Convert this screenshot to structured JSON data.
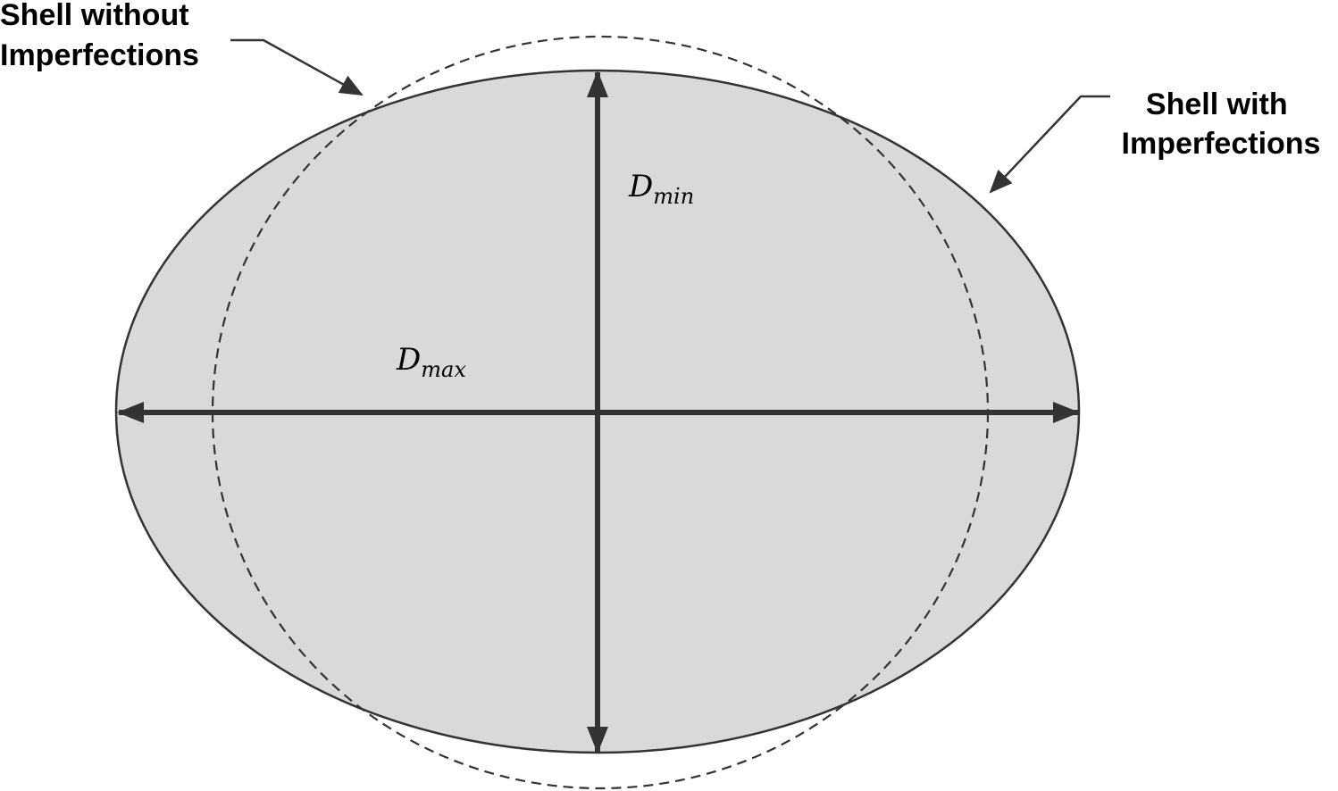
{
  "labels": {
    "shell_without": {
      "line1": "Shell without",
      "line2": "Imperfections"
    },
    "shell_with": {
      "line1": "Shell with",
      "line2": "Imperfections"
    },
    "d_min": {
      "symbol": "D",
      "subscript": "min"
    },
    "d_max": {
      "symbol": "D",
      "subscript": "max"
    }
  },
  "colors": {
    "shell_fill": "#d9d9d9",
    "outline": "#333333",
    "arrow": "#333333",
    "text": "#000000"
  }
}
